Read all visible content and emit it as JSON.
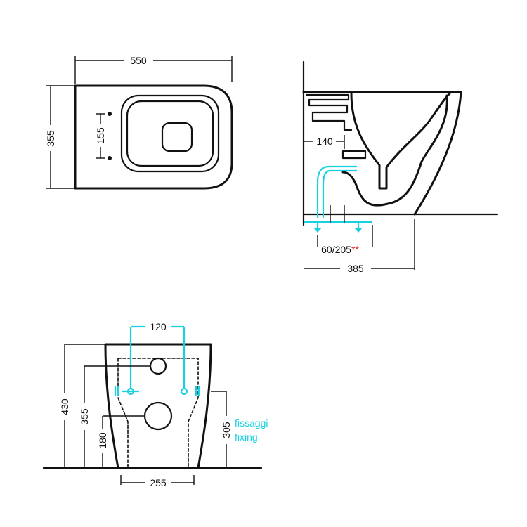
{
  "top_view": {
    "width_label": "550",
    "depth_label": "355",
    "hole_spacing_label": "155"
  },
  "side_view": {
    "outlet_label": "140",
    "drain_label": "60/205",
    "drain_note_mark": "**",
    "projection_label": "385"
  },
  "front_view": {
    "fixing_spacing_label": "120",
    "height_label": "430",
    "inlet_height_label": "355",
    "outlet_height_label": "180",
    "fixing_height_label": "305",
    "fixing_label_it": "fissaggi",
    "fixing_label_en": "fixing",
    "base_width_label": "255"
  },
  "colors": {
    "line": "#111111",
    "fixing": "#17d0e0",
    "note": "#e02020"
  }
}
